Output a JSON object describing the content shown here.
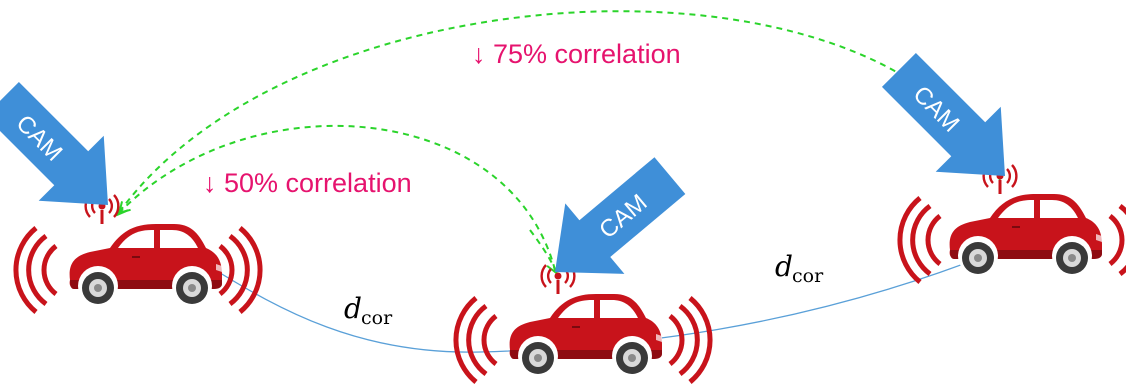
{
  "labels": {
    "corr_75": "↓ 75% correlation",
    "corr_50": "↓ 50% correlation",
    "cam": "CAM",
    "dcor_main": "d",
    "dcor_sub": "cor"
  },
  "colors": {
    "accent_text": "#e6136e",
    "arrow_blue": "#3f8fd8",
    "dashed_green": "#2bd42b",
    "car_red": "#c8131b",
    "curve_blue": "#5aa0d8"
  },
  "icons": [
    "car-icon",
    "antenna-icon",
    "wave-icon",
    "cam-arrow-icon"
  ]
}
